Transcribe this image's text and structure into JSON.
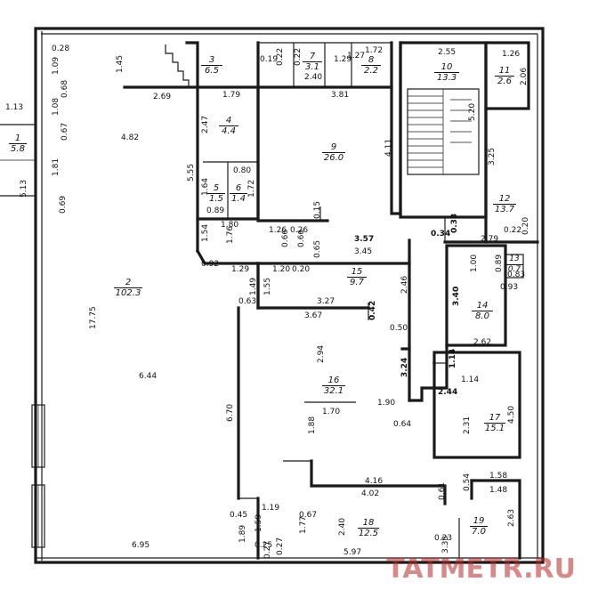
{
  "watermark": "TATMETR.RU",
  "rooms": [
    {
      "num": "2",
      "area": "102.3"
    },
    {
      "num": "3",
      "area": "6.5"
    },
    {
      "num": "4",
      "area": "4.4"
    },
    {
      "num": "5",
      "area": "1.5"
    },
    {
      "num": "6",
      "area": "1.4"
    },
    {
      "num": "7",
      "area": "3.1"
    },
    {
      "num": "8",
      "area": "2.2"
    },
    {
      "num": "9",
      "area": "26.0"
    },
    {
      "num": "10",
      "area": "13.3"
    },
    {
      "num": "11",
      "area": "2.6"
    },
    {
      "num": "12",
      "area": "13.7"
    },
    {
      "num": "13",
      "area": "0.7"
    },
    {
      "num": "14",
      "area": "8.0"
    },
    {
      "num": "15",
      "area": "9.7"
    },
    {
      "num": "16",
      "area": "32.1"
    },
    {
      "num": "17",
      "area": "15.1"
    },
    {
      "num": "18",
      "area": "12.5"
    },
    {
      "num": "19",
      "area": "7.0"
    },
    {
      "num": "1",
      "area": "5.8"
    }
  ],
  "dims": [
    "0.28",
    "1.09",
    "1.45",
    "0.68",
    "1.08",
    "0.67",
    "1.81",
    "0.69",
    "4.82",
    "2.69",
    "1.79",
    "5.55",
    "0.19",
    "0.22",
    "0.22",
    "2.40",
    "1.29",
    "1.27",
    "1.72",
    "3.81",
    "2.55",
    "1.26",
    "2.06",
    "5.20",
    "3.25",
    "4.11",
    "2.47",
    "0.80",
    "1.64",
    "1.72",
    "0.89",
    "1.80",
    "0.15",
    "1.26",
    "0.26",
    "0.66",
    "0.66",
    "1.54",
    "1.76",
    "0.65",
    "3.57",
    "3.45",
    "0.34",
    "0.33",
    "2.79",
    "0.22",
    "0.20",
    "1.00",
    "0.89",
    "0.83",
    "0.93",
    "0.92",
    "1.29",
    "1.20",
    "0.20",
    "2.46",
    "1.49",
    "1.55",
    "3.40",
    "0.63",
    "3.27",
    "0.42",
    "3.67",
    "0.50",
    "2.62",
    "17.75",
    "2.94",
    "3.24",
    "1.14",
    "1.14",
    "2.44",
    "6.44",
    "1.90",
    "4.50",
    "1.70",
    "2.31",
    "6.70",
    "1.88",
    "0.64",
    "4.16",
    "1.58",
    "0.54",
    "1.48",
    "4.02",
    "0.61",
    "1.19",
    "0.45",
    "0.67",
    "2.40",
    "2.63",
    "1.59",
    "1.77",
    "6.95",
    "1.89",
    "0.25",
    "0.23",
    "0.27",
    "5.97",
    "1.13",
    "5.13",
    "3.33",
    "0.27"
  ]
}
